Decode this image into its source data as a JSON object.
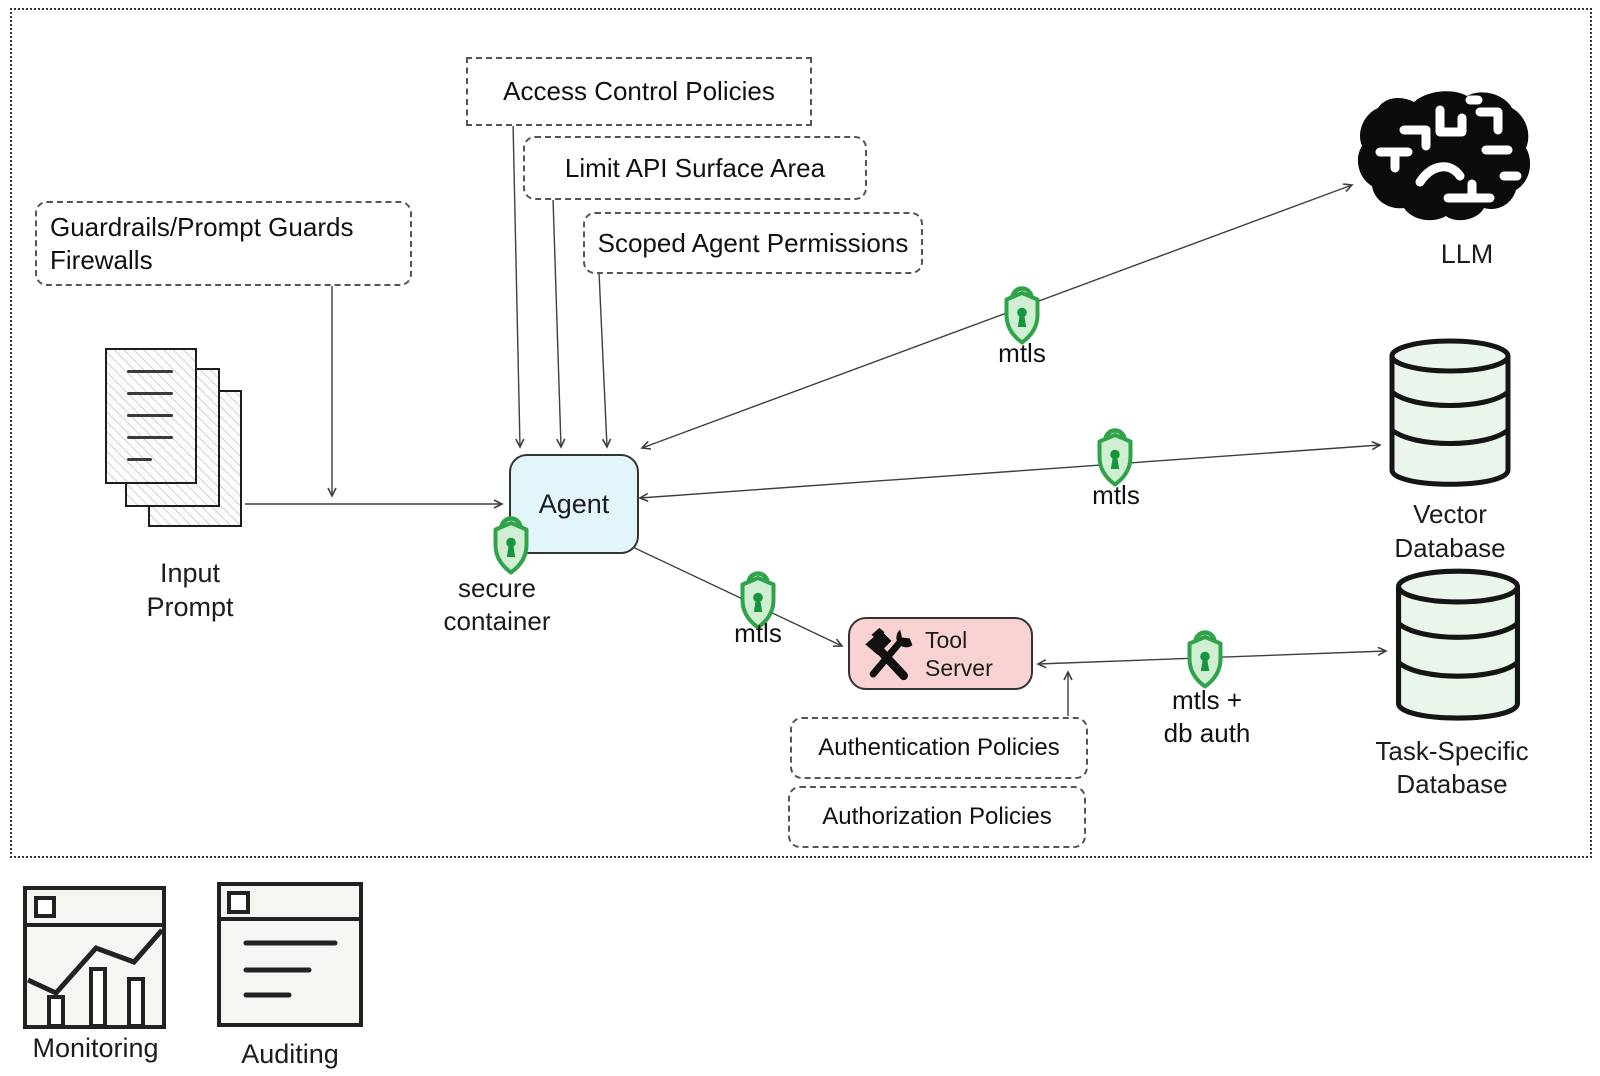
{
  "policy_boxes": {
    "access_control": "Access Control Policies",
    "limit_api": "Limit API Surface Area",
    "scoped_permissions": "Scoped Agent Permissions",
    "guardrails_line1": "Guardrails/Prompt Guards",
    "guardrails_line2": "Firewalls"
  },
  "nodes": {
    "input_prompt": {
      "line1": "Input",
      "line2": "Prompt"
    },
    "agent": {
      "label": "Agent"
    },
    "llm": {
      "label": "LLM"
    },
    "vector_db": {
      "line1": "Vector",
      "line2": "Database"
    },
    "task_db": {
      "line1": "Task-Specific",
      "line2": "Database"
    },
    "tool_server": {
      "line1": "Tool",
      "line2": "Server"
    }
  },
  "security": {
    "secure_container": {
      "line1": "secure",
      "line2": "container"
    },
    "mtls_llm_link": "mtls",
    "mtls_vector_link": "mtls",
    "mtls_tool_link": "mtls",
    "mtls_db_link_line1": "mtls +",
    "mtls_db_link_line2": "db auth"
  },
  "bottom_policies": {
    "authentication": "Authentication Policies",
    "authorization": "Authorization Policies"
  },
  "footer": {
    "monitoring": "Monitoring",
    "auditing": "Auditing"
  },
  "icons": {
    "llm": "brain-circuit-icon",
    "tool_server": "hammer-wrench-icon",
    "security": "shield-lock-icon",
    "input_prompt": "stacked-documents-icon",
    "vector_db": "database-cylinder-icon",
    "task_db": "database-cylinder-icon",
    "monitoring": "chart-window-icon",
    "auditing": "log-window-icon"
  },
  "colors": {
    "agent_fill": "#e1f5fb",
    "tool_server_fill": "#f9d3d3",
    "database_fill": "#eaf5ec",
    "shield_stroke": "#2fa24a",
    "shield_fill": "#cfeed2",
    "line": "#3f3f3f",
    "text": "#1c1c1c"
  }
}
